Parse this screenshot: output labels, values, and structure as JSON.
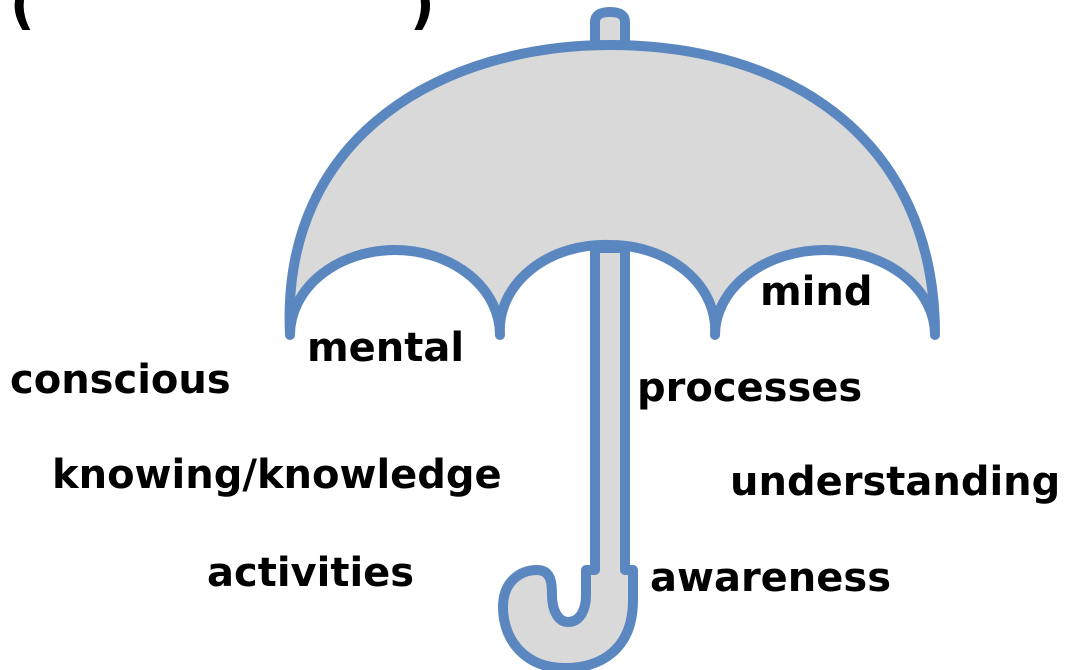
{
  "diagram": {
    "title_fragment_left": "(",
    "title_fragment_right": ")",
    "words": {
      "mental": "mental",
      "mind": "mind",
      "conscious": "conscious",
      "processes": "processes",
      "knowing_knowledge": "knowing/knowledge",
      "understanding": "understanding",
      "activities": "activities",
      "awareness": "awareness"
    },
    "colors": {
      "canopy_fill": "#d9d9d9",
      "outline": "#5b87c0",
      "text": "#000000",
      "background": "#ffffff"
    },
    "icon": "umbrella-icon"
  }
}
